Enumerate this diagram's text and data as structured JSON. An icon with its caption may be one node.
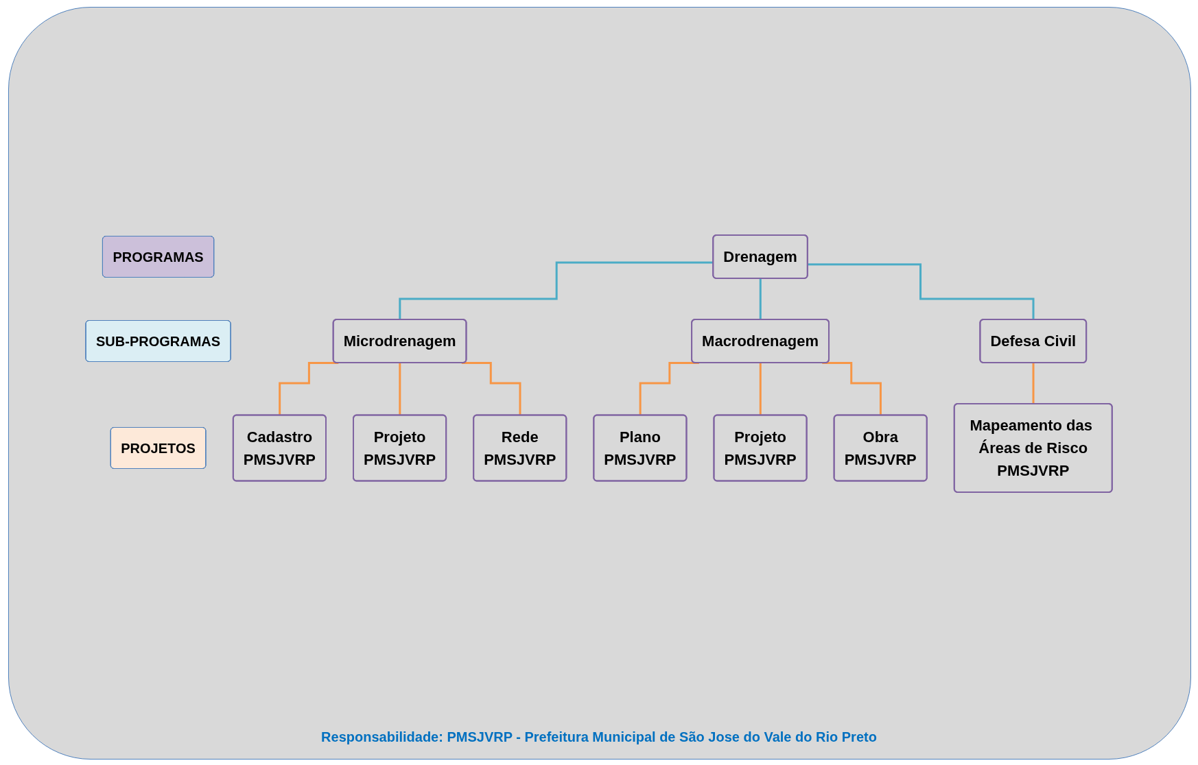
{
  "diagram": {
    "caption": "Responsabilidade: PMSJVRP - Prefeitura Municipal de São Jose do Vale do Rio Preto",
    "nodes": [
      {
        "text": [
          "PROGRAMAS"
        ]
      },
      {
        "text": [
          "SUB-PROGRAMAS"
        ]
      },
      {
        "text": [
          "PROJETOS"
        ]
      },
      {
        "text": [
          "Drenagem"
        ]
      },
      {
        "text": [
          "Microdrenagem"
        ]
      },
      {
        "text": [
          "Macrodrenagem"
        ]
      },
      {
        "text": [
          "Defesa Civil"
        ]
      },
      {
        "text": [
          "Cadastro",
          "PMSJVRP"
        ]
      },
      {
        "text": [
          "Projeto",
          "PMSJVRP"
        ]
      },
      {
        "text": [
          "Rede",
          "PMSJVRP"
        ]
      },
      {
        "text": [
          "Plano",
          "PMSJVRP"
        ]
      },
      {
        "text": [
          "Projeto",
          "PMSJVRP"
        ]
      },
      {
        "text": [
          "Obra",
          "PMSJVRP"
        ]
      },
      {
        "text": [
          "Mapeamento das Áreas de Risco",
          "PMSJVRP"
        ]
      }
    ],
    "edges": [
      {
        "from": 3,
        "to": 4,
        "arrow": "none",
        "color": "#4bacc6"
      },
      {
        "from": 3,
        "to": 5,
        "arrow": "none",
        "color": "#4bacc6"
      },
      {
        "from": 3,
        "to": 6,
        "arrow": "none",
        "color": "#4bacc6"
      },
      {
        "from": 4,
        "to": 7,
        "arrow": "none"
      },
      {
        "from": 4,
        "to": 8,
        "arrow": "none"
      },
      {
        "from": 4,
        "to": 9,
        "arrow": "none"
      },
      {
        "from": 5,
        "to": 10,
        "arrow": "none"
      },
      {
        "from": 5,
        "to": 11,
        "arrow": "none"
      },
      {
        "from": 5,
        "to": 12,
        "arrow": "none"
      },
      {
        "from": 6,
        "to": 13,
        "arrow": "none"
      }
    ]
  }
}
